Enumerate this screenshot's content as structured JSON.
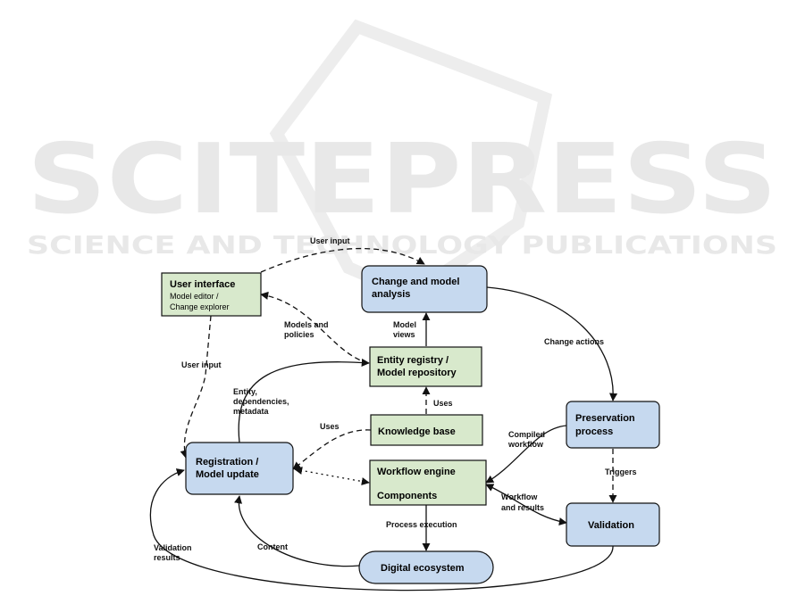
{
  "watermark": {
    "main": "SCITEPRESS",
    "sub": "SCIENCE AND TECHNOLOGY PUBLICATIONS"
  },
  "colors": {
    "green_fill": "#d8e9cc",
    "blue_fill": "#c6d9ef",
    "stroke": "#111111"
  },
  "nodes": {
    "user_interface": {
      "title": "User interface",
      "line1": "Model editor /",
      "line2": "Change explorer"
    },
    "change_model": {
      "line1": "Change and model",
      "line2": "analysis"
    },
    "entity_registry": {
      "line1": "Entity registry /",
      "line2": "Model repository"
    },
    "knowledge_base": {
      "title": "Knowledge base"
    },
    "preservation": {
      "line1": "Preservation",
      "line2": "process"
    },
    "registration": {
      "line1": "Registration /",
      "line2": "Model update"
    },
    "workflow_engine": {
      "line1": "Workflow engine",
      "line2": "Components"
    },
    "validation": {
      "title": "Validation"
    },
    "digital_ecosystem": {
      "title": "Digital ecosystem"
    }
  },
  "edges": {
    "user_input_top": "User input",
    "models_policies_1": "Models and",
    "models_policies_2": "policies",
    "model_views_1": "Model",
    "model_views_2": "views",
    "change_actions": "Change actions",
    "user_input_left": "User input",
    "entity_deps_1": "Entity,",
    "entity_deps_2": "dependencies,",
    "entity_deps_3": "metadata",
    "uses_right": "Uses",
    "uses_left": "Uses",
    "compiled_1": "Compiled",
    "compiled_2": "workflow",
    "triggers": "Triggers",
    "workflow_results_1": "Workflow",
    "workflow_results_2": "and results",
    "process_execution": "Process execution",
    "validation_results_1": "Validation",
    "validation_results_2": "results",
    "content": "Content"
  }
}
